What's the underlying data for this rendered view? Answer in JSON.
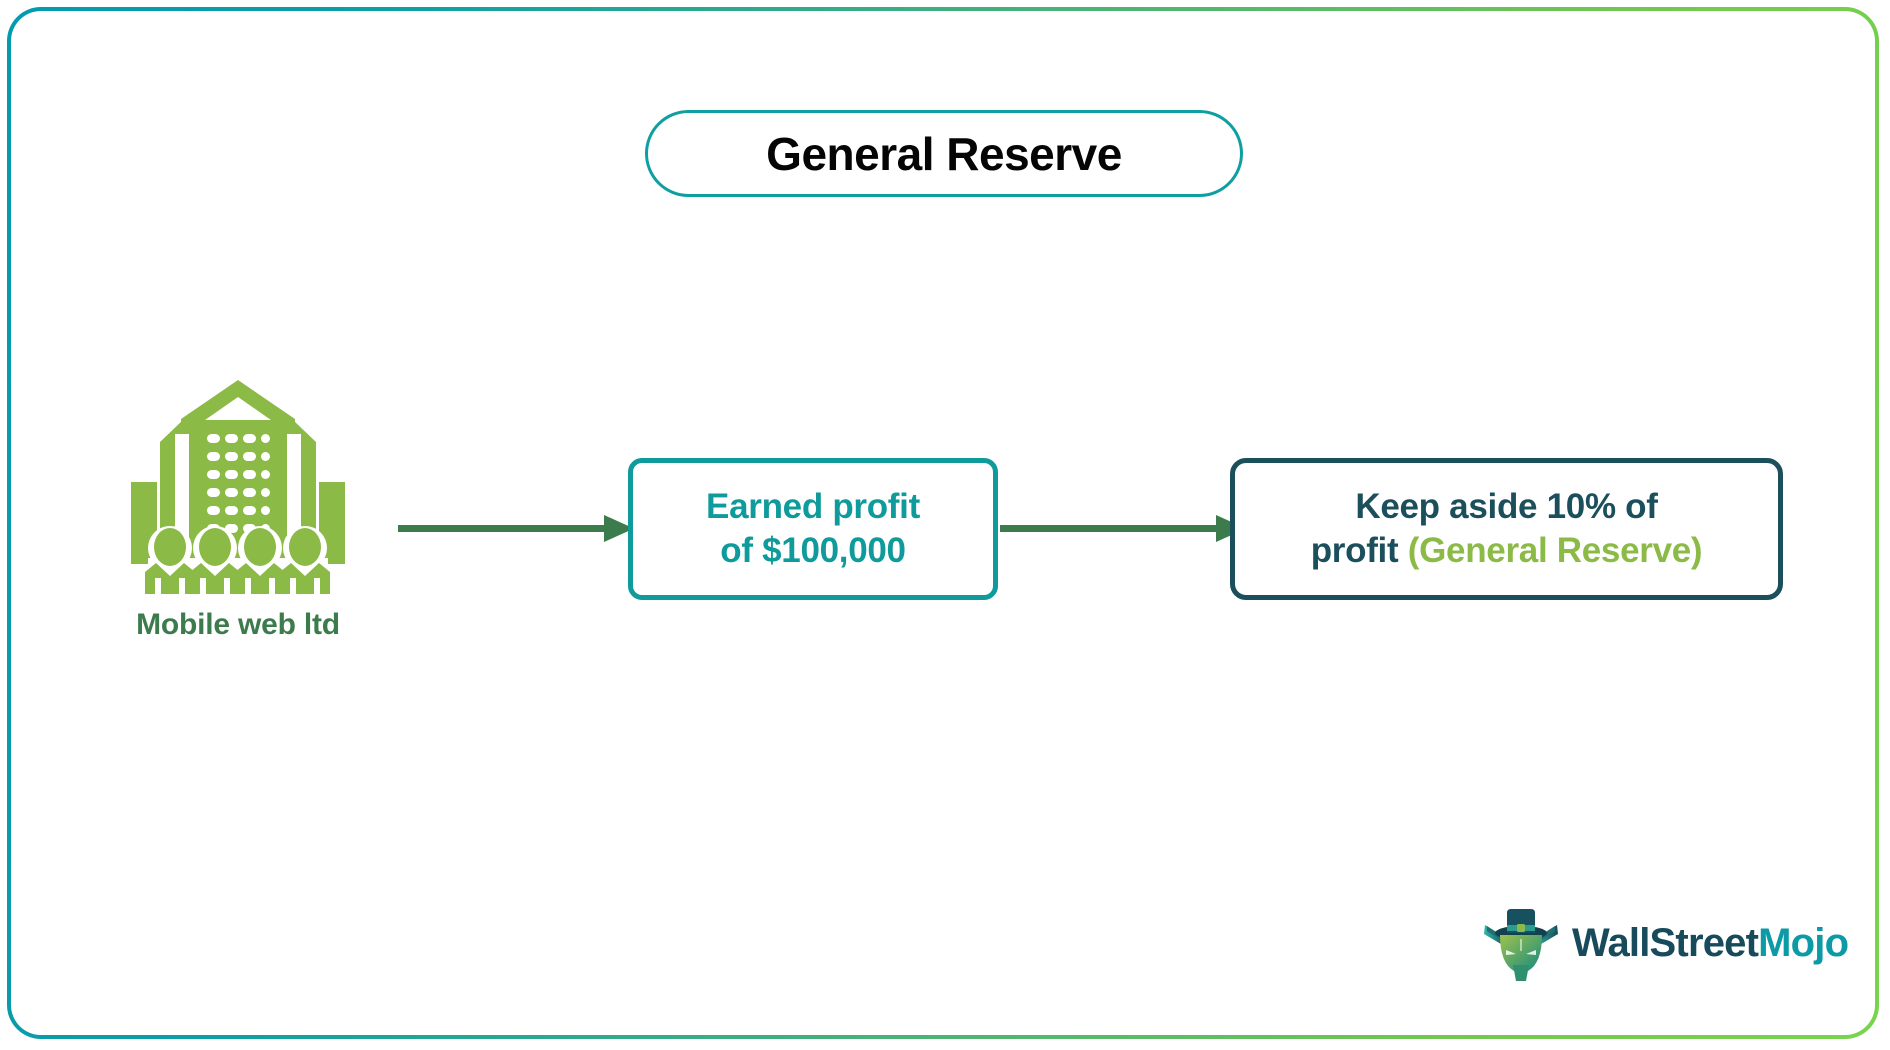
{
  "page": {
    "title": "General Reserve",
    "background_color": "#ffffff",
    "frame_gradient_from": "#049ab0",
    "frame_gradient_to": "#78d44e"
  },
  "title_pill": {
    "label": "General Reserve",
    "text_color": "#050505",
    "border_color": "#0f9fa0"
  },
  "company": {
    "icon_name": "company-building-people-icon",
    "label": "Mobile web ltd",
    "icon_color": "#8cba47",
    "label_color": "#3c7b4c"
  },
  "flow": {
    "arrow_color": "#3c7b4c",
    "steps": [
      {
        "id": "earned-profit",
        "line1": "Earned profit",
        "line2": "of $100,000",
        "border_color": "#0f9a9b",
        "text_color": "#0f9a9b"
      },
      {
        "id": "general-reserve",
        "line1": "Keep aside 10% of",
        "line2_main": "profit ",
        "line2_accent": "(General Reserve)",
        "border_color": "#1b4f5c",
        "text_color": "#1b4f5c",
        "accent_color": "#8cba47"
      }
    ]
  },
  "brand": {
    "mark_name": "bull-mascot-icon",
    "word_primary": "WallStreet",
    "word_secondary": "Mojo",
    "primary_color": "#174a5a",
    "secondary_color": "#0c9aa6"
  }
}
